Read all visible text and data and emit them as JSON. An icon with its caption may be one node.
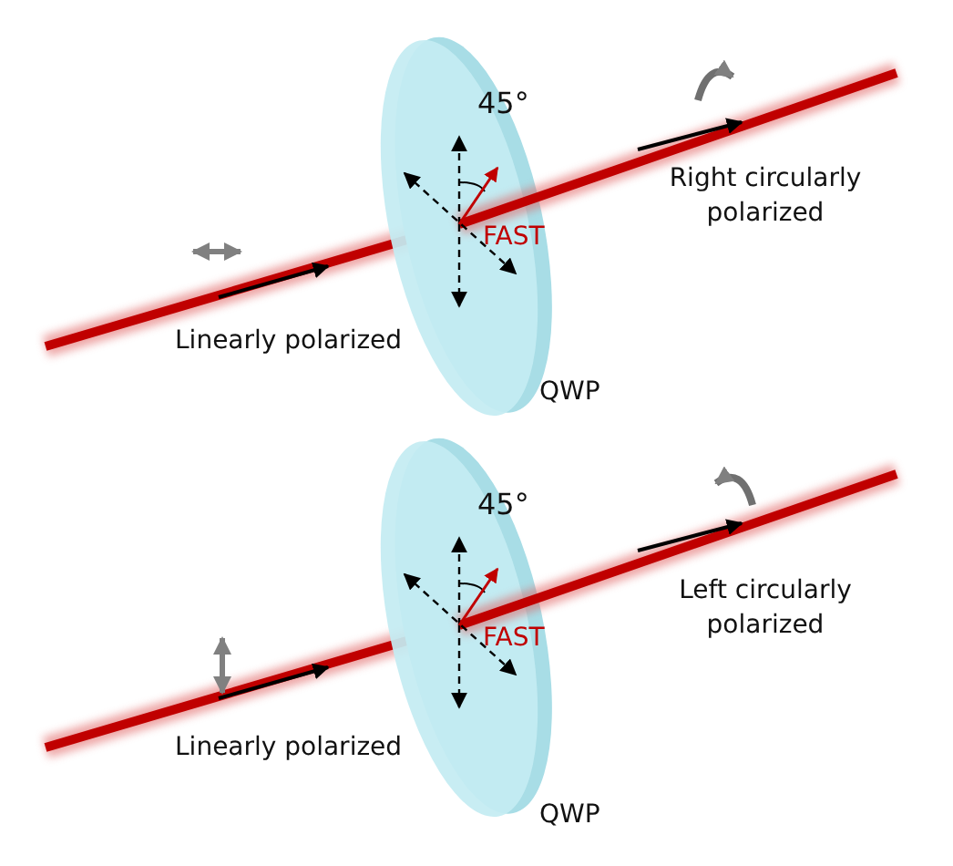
{
  "diagram": {
    "labels": [
      "45°",
      "Right circularly polarized",
      "FAST",
      "Linearly polarized",
      "QWP",
      "45°",
      "Left circularly polarized",
      "FAST",
      "Linearly polarized",
      "QWP"
    ]
  }
}
